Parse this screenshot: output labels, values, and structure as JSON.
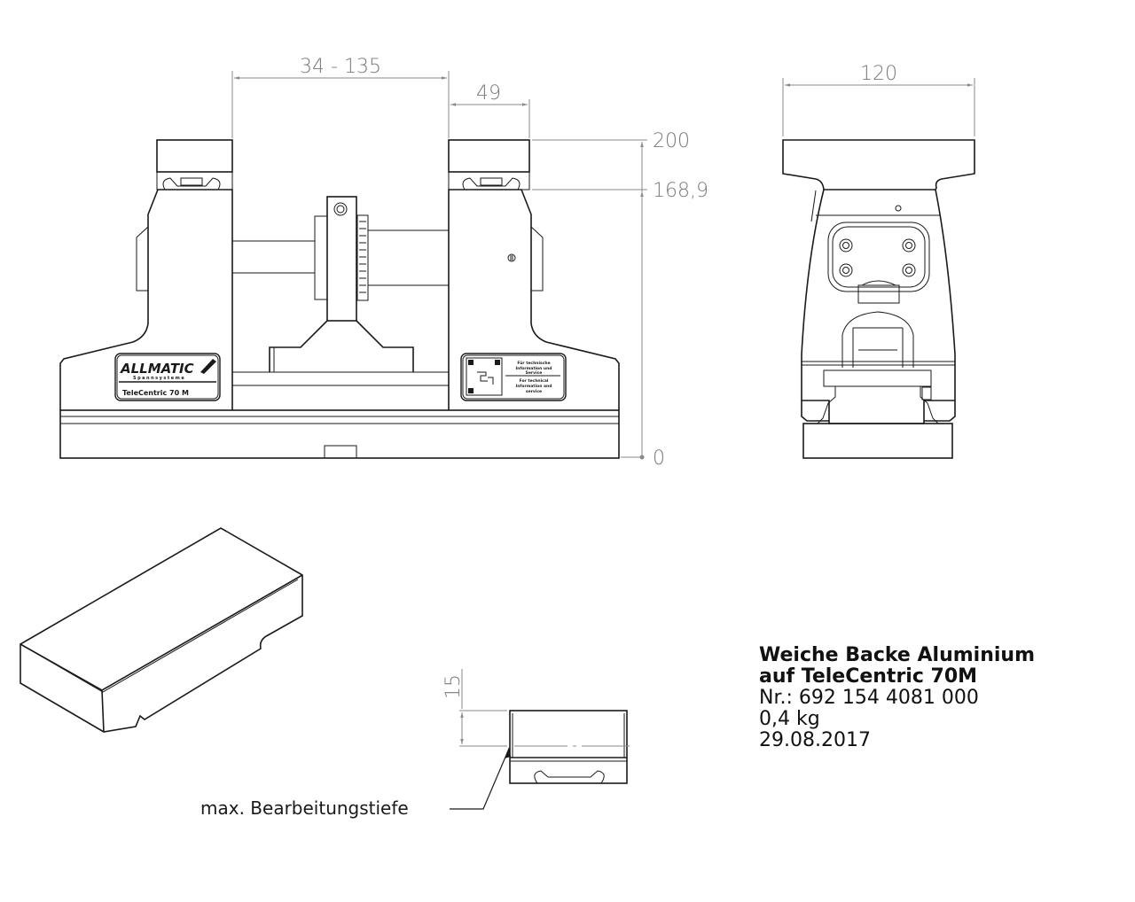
{
  "drawing": {
    "front_view": {
      "dimensions": {
        "jaw_opening": "34 - 135",
        "jaw_width": "49",
        "height_total": "200",
        "height_jaw_seat": "168,9",
        "height_zero": "0"
      },
      "nameplate_left": {
        "brand": "ALLMATIC",
        "subtitle": "Spannsysteme",
        "model": "TeleCentric 70 M"
      },
      "nameplate_right": {
        "text_de": "Für technische Information und Service",
        "text_en": "For technical Information and service"
      }
    },
    "side_view": {
      "dimensions": {
        "width": "120"
      }
    },
    "detail_view": {
      "dimensions": {
        "depth": "15"
      },
      "callout": "max. Bearbeitungstiefe"
    },
    "title_block": {
      "line1": "Weiche Backe Aluminium",
      "line2": "auf TeleCentric 70M",
      "part_number": "Nr.: 692 154 4081 000",
      "weight": "0,4 kg",
      "date": "29.08.2017"
    },
    "colors": {
      "line": "#1a1a1a",
      "dimension": "#8a8a8a",
      "background": "#ffffff"
    }
  }
}
